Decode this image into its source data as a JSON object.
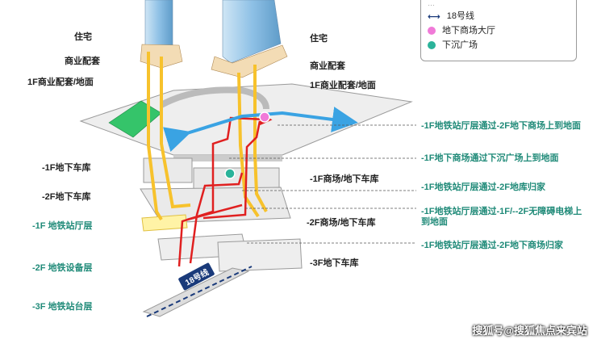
{
  "legend": {
    "top_partial": "…",
    "line18": "18号线",
    "mall_hall": "地下商场大厅",
    "sunken_plaza": "下沉广场",
    "colors": {
      "line18": "#1a3a7a",
      "mall_hall": "#f07ad8",
      "sunken_plaza": "#2bb39a"
    }
  },
  "left_labels": {
    "residence_l": "住宅",
    "commercial_l": "商业配套",
    "floor1_l": "1F商业配套/地面",
    "b1_garage": "-1F地下车库",
    "b2_garage": "-2F地下车库",
    "b1_metro_hall": "-1F 地铁站厅层",
    "b2_equipment": "-2F 地铁设备层",
    "b3_platform": "-3F 地铁站台层"
  },
  "middle_labels": {
    "residence_r": "住宅",
    "commercial_r": "商业配套",
    "floor1_r": "1F商业配套/地面",
    "b1_mall": "-1F商场/地下车库",
    "b2_mall": "-2F商场/地下车库",
    "b3_garage": "-3F地下车库"
  },
  "routes": [
    "-1F地铁站厅层通过-2F地下商场上到地面",
    "-1F地下商场通过下沉广场上到地面",
    "-1F地铁站厅层通过-2F地库归家",
    "-1F地铁站厅层通过-1F/--2F无障碍电梯上到地面",
    "-1F地铁站厅层通过-2F地下商场归家"
  ],
  "line_badge": "18号线",
  "watermark": "搜狐号@搜狐焦点来宾站"
}
